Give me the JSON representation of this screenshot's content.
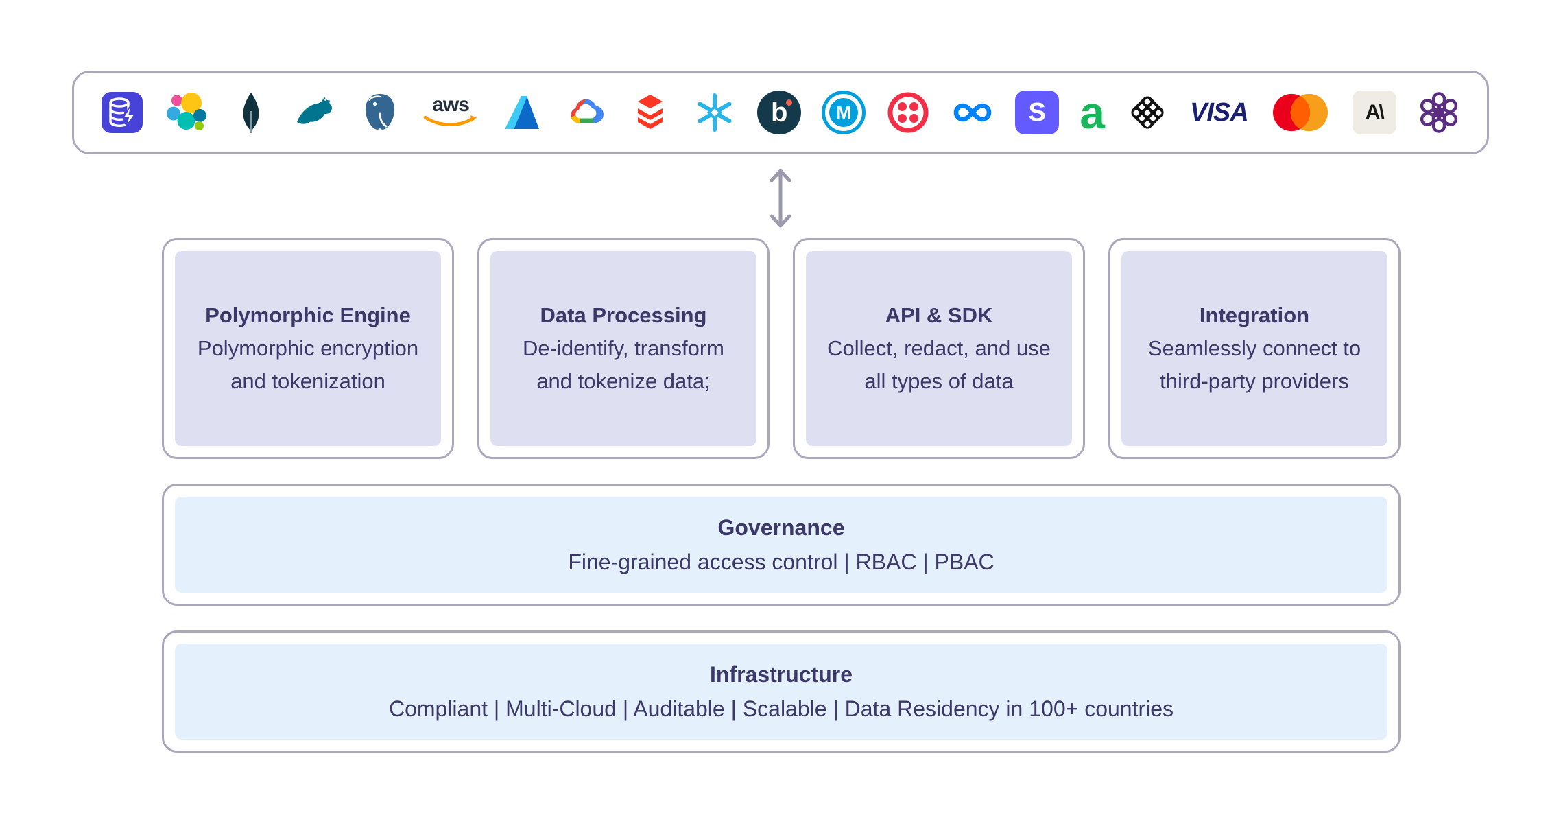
{
  "colors": {
    "border": "#aba8bd",
    "card_fill": "#dee0f2",
    "band_fill": "#e4f1fc",
    "text": "#3c3869",
    "arrow": "#9b99ac"
  },
  "logo_bar": {
    "logos": [
      {
        "name": "database-bolt-logo",
        "text": ""
      },
      {
        "name": "elasticsearch-logo",
        "text": ""
      },
      {
        "name": "mongodb-logo",
        "text": ""
      },
      {
        "name": "mysql-logo",
        "text": ""
      },
      {
        "name": "postgresql-logo",
        "text": ""
      },
      {
        "name": "aws-logo",
        "text": "aws"
      },
      {
        "name": "azure-logo",
        "text": ""
      },
      {
        "name": "google-cloud-logo",
        "text": ""
      },
      {
        "name": "databricks-logo",
        "text": ""
      },
      {
        "name": "snowflake-logo",
        "text": ""
      },
      {
        "name": "b-circle-logo",
        "text": "b"
      },
      {
        "name": "mulesoft-logo",
        "text": "M"
      },
      {
        "name": "twilio-logo",
        "text": ""
      },
      {
        "name": "meta-logo",
        "text": ""
      },
      {
        "name": "stripe-logo",
        "text": "S"
      },
      {
        "name": "green-a-logo",
        "text": "a"
      },
      {
        "name": "plaid-logo",
        "text": ""
      },
      {
        "name": "visa-logo",
        "text": "VISA"
      },
      {
        "name": "mastercard-logo",
        "text": ""
      },
      {
        "name": "anthropic-logo",
        "text": "A\\"
      },
      {
        "name": "openai-logo",
        "text": ""
      }
    ]
  },
  "arrow": {
    "type": "vertical-double-headed"
  },
  "cards": [
    {
      "title": "Polymorphic Engine",
      "description": "Polymorphic encryption and tokenization"
    },
    {
      "title": "Data Processing",
      "description": "De-identify, transform and tokenize data;"
    },
    {
      "title": "API & SDK",
      "description": "Collect, redact, and use all types of data"
    },
    {
      "title": "Integration",
      "description": "Seamlessly connect to third-party providers"
    }
  ],
  "governance": {
    "title": "Governance",
    "description": "Fine-grained access control | RBAC | PBAC"
  },
  "infrastructure": {
    "title": "Infrastructure",
    "description": "Compliant | Multi-Cloud | Auditable | Scalable  | Data Residency in 100+ countries"
  }
}
